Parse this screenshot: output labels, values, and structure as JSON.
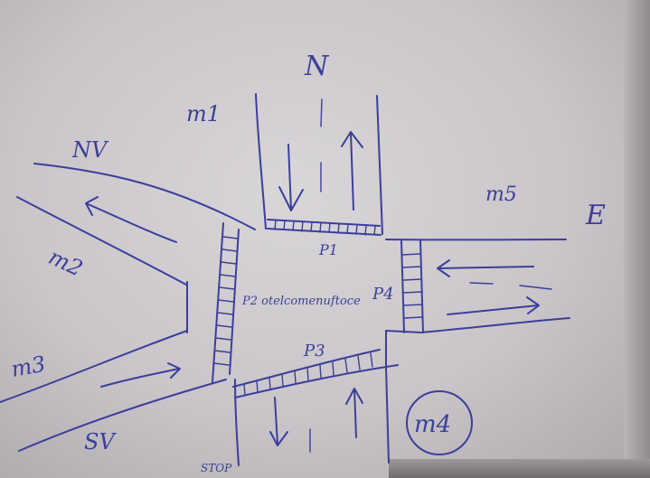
{
  "directions": {
    "north": "N",
    "east": "E",
    "northwest": "NV",
    "southwest": "SV"
  },
  "movements": {
    "m1": "m1",
    "m2": "m2",
    "m3": "m3",
    "m4": "m4",
    "m5": "m5"
  },
  "crossings": {
    "p1": "P1",
    "p2": "P2 otelcomenuftoce",
    "p3": "P3",
    "p4": "P4"
  },
  "signs": {
    "stop": "STOP"
  },
  "colors": {
    "ink": "#3b3f9a",
    "paper": "#d4d1d4"
  }
}
